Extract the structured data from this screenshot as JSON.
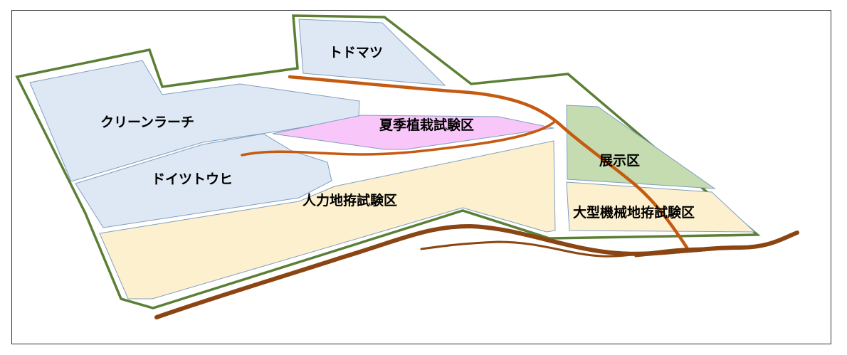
{
  "colors": {
    "boundary": "#5b7f35",
    "zone_outline": "#7f9fbf",
    "forest_blue": "#dde8f4",
    "summer_pink": "#f9c6f9",
    "manpower_yellow": "#fdf0ce",
    "display_green": "#c4dcb0",
    "road_orange": "#c55a11",
    "road_brown": "#8b4513"
  },
  "zones": {
    "todomatsu": {
      "label": "トドマツ"
    },
    "clean_larch": {
      "label": "クリーンラーチ"
    },
    "summer_planting": {
      "label": "夏季植栽試験区"
    },
    "german_spruce": {
      "label": "ドイツトウヒ"
    },
    "display": {
      "label": "展示区"
    },
    "manpower_stump": {
      "label": "人力地拵試験区"
    },
    "machinery_stump": {
      "label": "大型機械地拵試験区"
    }
  }
}
